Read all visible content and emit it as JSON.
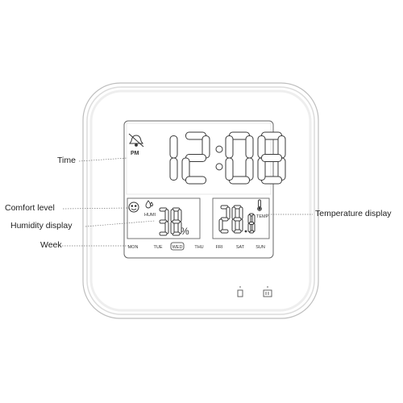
{
  "callouts": {
    "time": "Time",
    "comfort_level": "Comfort level",
    "humidity_display": "Humidity display",
    "week": "Week",
    "temperature_display": "Temperature display"
  },
  "lcd": {
    "period": "PM",
    "time": "12:08",
    "humidity_label": "HUMI",
    "humidity_value": "38",
    "humidity_unit": "%",
    "temp_label": "TEMP",
    "temp_value": "28.8",
    "weekdays": [
      "MON",
      "TUE",
      "WED",
      "THU",
      "FRI",
      "SAT",
      "SUN"
    ],
    "active_day_index": 2
  },
  "icons": {
    "alarm": "bell-icon",
    "comfort": "smiley-face-icon",
    "humidity": "water-drop-icon",
    "thermometer": "thermometer-icon",
    "battery": "battery-icon",
    "battery_low": "low-battery-icon"
  },
  "colors": {
    "body_outline": "#c8c8c8",
    "lcd_outline": "#555555",
    "segment": "#3a3a3a",
    "leader_line": "#777777"
  }
}
